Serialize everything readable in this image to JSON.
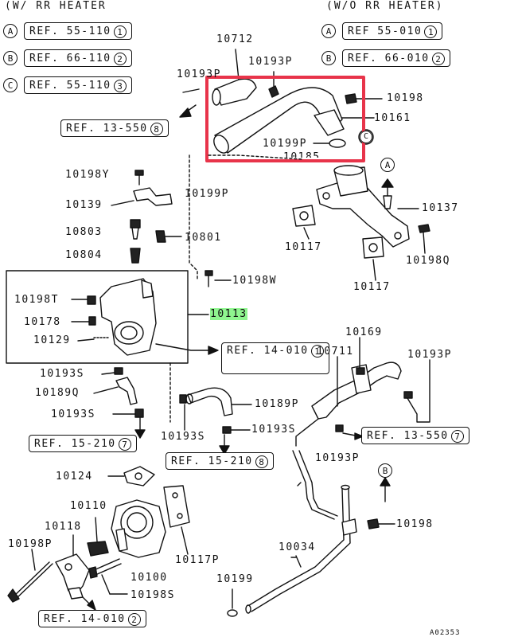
{
  "headers": {
    "left": "(W/ RR HEATER",
    "right": "(W/O RR HEATER)"
  },
  "legend_left": [
    {
      "letter": "A",
      "ref": "REF. 55-110",
      "num": "1"
    },
    {
      "letter": "B",
      "ref": "REF. 66-110",
      "num": "2"
    },
    {
      "letter": "C",
      "ref": "REF. 55-110",
      "num": "3"
    }
  ],
  "legend_right": [
    {
      "letter": "A",
      "ref": "REF 55-010",
      "num": "1"
    },
    {
      "letter": "B",
      "ref": "REF. 66-010",
      "num": "2"
    }
  ],
  "refs": {
    "r13_550_top": {
      "text": "REF. 13-550",
      "num": "8"
    },
    "r14_010_mid": {
      "text": "REF. 14-010",
      "num": "1"
    },
    "r15_210_left": {
      "text": "REF. 15-210",
      "num": "7"
    },
    "r15_210_mid": {
      "text": "REF. 15-210",
      "num": "8"
    },
    "r13_550_right": {
      "text": "REF. 13-550",
      "num": "7"
    },
    "r14_010_bottom": {
      "text": "REF. 14-010",
      "num": "2"
    }
  },
  "callout_letters": {
    "a": "A",
    "b": "B",
    "c": "C"
  },
  "highlight_color": "#e8344a",
  "label_highlight_color": "#8ff58f",
  "parts": {
    "p10712": "10712",
    "p10193p_a": "10193P",
    "p10193p_b": "10193P",
    "p10198_a": "10198",
    "p10161": "10161",
    "p10199p_a": "10199P",
    "p10185": "10185",
    "p10198y": "10198Y",
    "p10199p_b": "10199P",
    "p10139": "10139",
    "p10137": "10137",
    "p10803": "10803",
    "p10801": "10801",
    "p10804": "10804",
    "p10117_a": "10117",
    "p10198q": "10198Q",
    "p10117_b": "10117",
    "p10198w": "10198W",
    "p10198t": "10198T",
    "p10113": "10113",
    "p10178": "10178",
    "p10129": "10129",
    "p10169": "10169",
    "p10711": "10711",
    "p10193p_c": "10193P",
    "p10193s_a": "10193S",
    "p10189q": "10189Q",
    "p10189p": "10189P",
    "p10193s_b": "10193S",
    "p10193s_c": "10193S",
    "p10193s_d": "10193S",
    "p10193p_d": "10193P",
    "p10124": "10124",
    "p10110": "10110",
    "p10118": "10118",
    "p10198p": "10198P",
    "p10117p": "10117P",
    "p10198_b": "10198",
    "p10034": "10034",
    "p10100": "10100",
    "p10198s": "10198S",
    "p10199": "10199"
  },
  "diagram_code": "A02353"
}
